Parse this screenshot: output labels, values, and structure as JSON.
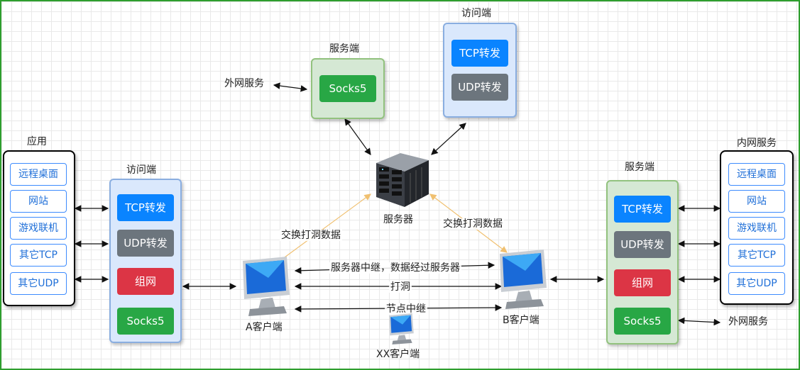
{
  "labels": {
    "top_server_title": "服务端",
    "top_access_title": "访问端",
    "left_apps_title": "应用",
    "left_access_title": "访问端",
    "right_server_title": "服务端",
    "right_intranet_title": "内网服务",
    "external_top": "外网服务",
    "external_bottom": "外网服务",
    "server": "服务器",
    "exchange_left": "交换打洞数据",
    "exchange_right": "交换打洞数据",
    "relay_server": "服务器中继，数据经过服务器",
    "punch": "打洞",
    "node_relay": "节点中继",
    "client_a": "A客户端",
    "client_b": "B客户端",
    "client_xx": "XX客户端"
  },
  "top_server": {
    "socks5": "Socks5"
  },
  "top_access": {
    "tcp": "TCP转发",
    "udp": "UDP转发"
  },
  "left_access": {
    "tcp": "TCP转发",
    "udp": "UDP转发",
    "net": "组网",
    "socks5": "Socks5"
  },
  "right_server": {
    "tcp": "TCP转发",
    "udp": "UDP转发",
    "net": "组网",
    "socks5": "Socks5"
  },
  "left_apps": [
    "远程桌面",
    "网站",
    "游戏联机",
    "其它TCP",
    "其它UDP"
  ],
  "right_apps": [
    "远程桌面",
    "网站",
    "游戏联机",
    "其它TCP",
    "其它UDP"
  ],
  "colors": {
    "tcp": "#0a84ff",
    "udp": "#6c757d",
    "net": "#dc3545",
    "socks5": "#28a745",
    "border": "#2e9e2e"
  }
}
